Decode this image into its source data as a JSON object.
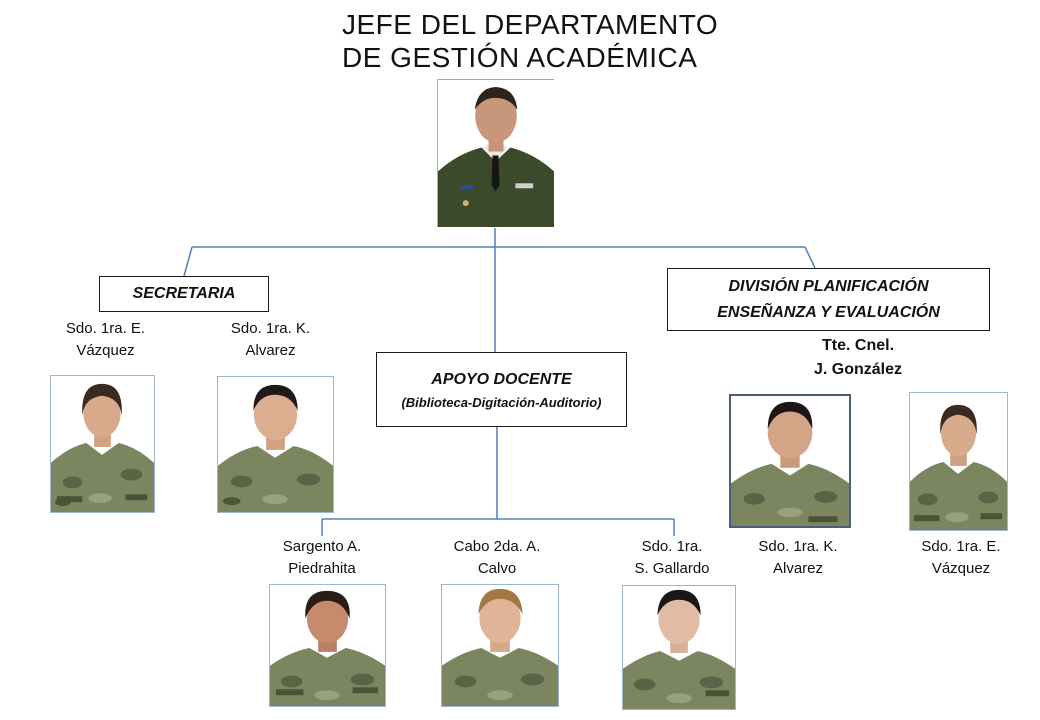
{
  "header": {
    "title_line1": "JEFE DEL DEPARTAMENTO",
    "title_line2": "DE GESTIÓN ACADÉMICA"
  },
  "colors": {
    "connector": "#4f81bd",
    "uniform_dress": "#3c4a2c",
    "camo_base": "#7b8560",
    "skin": "#d8a98a",
    "photo_bg": "#ffffff"
  },
  "secretaria": {
    "label": "SECRETARIA",
    "members": [
      {
        "line1": "Sdo. 1ra. E.",
        "line2": "Vázquez"
      },
      {
        "line1": "Sdo. 1ra. K.",
        "line2": "Alvarez"
      }
    ]
  },
  "apoyo": {
    "label": "APOYO DOCENTE",
    "sublabel": "(Biblioteca-Digitación-Auditorio)",
    "members": [
      {
        "line1": "Sargento A.",
        "line2": "Piedrahita"
      },
      {
        "line1": "Cabo 2da. A.",
        "line2": "Calvo"
      },
      {
        "line1": "Sdo. 1ra.",
        "line2": "S. Gallardo"
      }
    ]
  },
  "division": {
    "label_line1": "DIVISIÓN PLANIFICACIÓN",
    "label_line2": "ENSEÑANZA  Y EVALUACIÓN",
    "head_line1": "Tte. Cnel.",
    "head_line2": "J. González",
    "members": [
      {
        "line1": "Sdo. 1ra. K.",
        "line2": "Alvarez"
      },
      {
        "line1": "Sdo. 1ra. E.",
        "line2": "Vázquez"
      }
    ]
  }
}
